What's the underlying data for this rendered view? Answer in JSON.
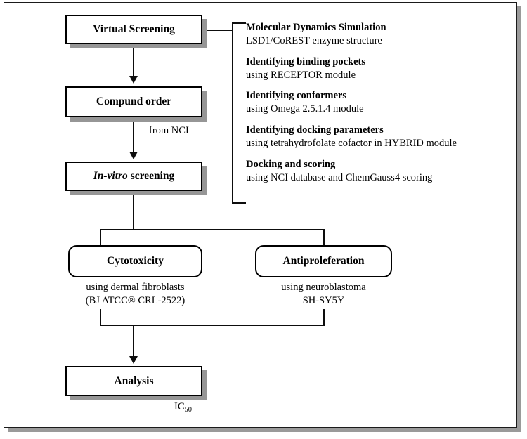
{
  "diagram": {
    "title": "Drug discovery workflow flowchart",
    "accent_color": "#000000",
    "shadow_color": "#969696",
    "frame_color": "#1a1a1a"
  },
  "nodes": {
    "virtual_screening": "Virtual Screening",
    "compund_order": "Compund order",
    "in_vitro_prefix": "In-vitro",
    "in_vitro_suffix": "screening",
    "cytotoxicity": "Cytotoxicity",
    "antiproleferation": "Antiproleferation",
    "analysis": "Analysis"
  },
  "edge_labels": {
    "from_nci": "from NCI",
    "ic50_prefix": "IC",
    "ic50_subscript": "50"
  },
  "captions": {
    "cytotoxicity_line1": "using dermal fibroblasts",
    "cytotoxicity_line2": "(BJ ATCC® CRL-2522)",
    "antiproleferation_line1": "using neuroblastoma",
    "antiproleferation_line2": "SH-SY5Y"
  },
  "side_panel": {
    "items": [
      {
        "title": "Molecular Dynamics Simulation",
        "sub": "LSD1/CoREST enzyme structure"
      },
      {
        "title": "Identifying binding pockets",
        "sub": "using RECEPTOR module"
      },
      {
        "title": "Identifying conformers",
        "sub": "using Omega 2.5.1.4 module"
      },
      {
        "title": "Identifying docking parameters",
        "sub": "using tetrahydrofolate cofactor in HYBRID module"
      },
      {
        "title": "Docking and scoring",
        "sub": "using NCI database and ChemGauss4 scoring"
      }
    ]
  }
}
